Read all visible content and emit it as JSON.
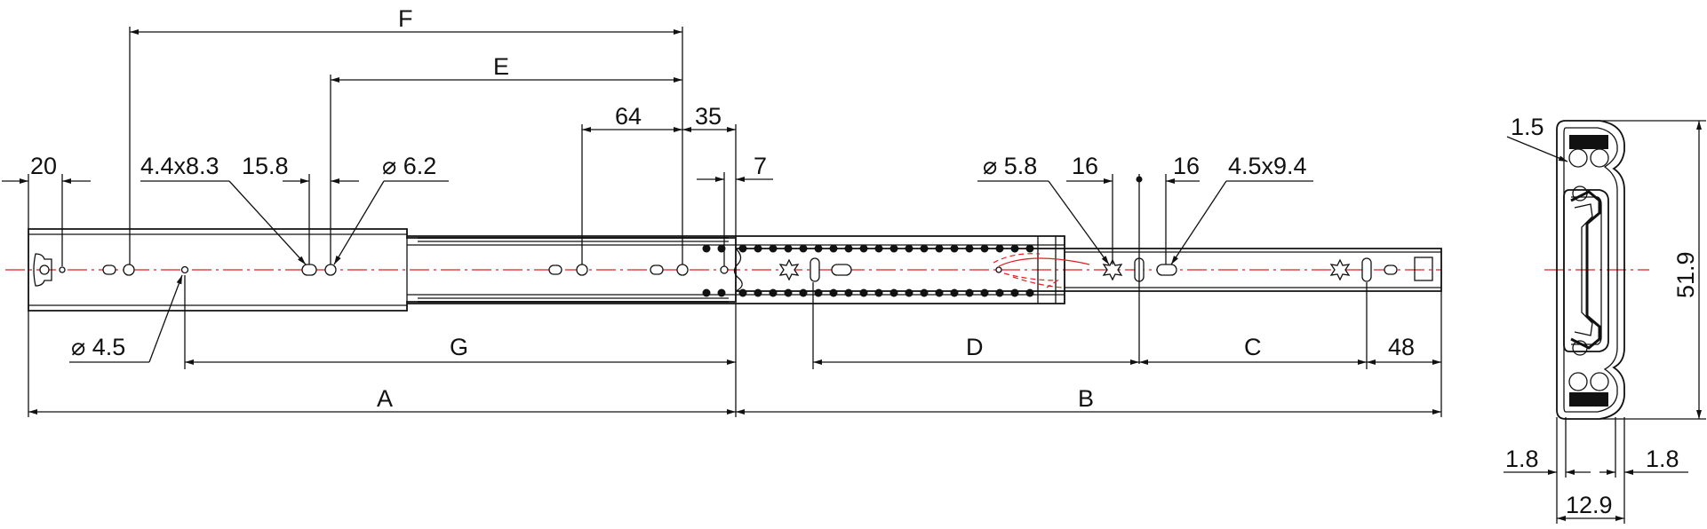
{
  "labels": {
    "F": "F",
    "E": "E",
    "d64": "64",
    "d35": "35",
    "d7": "7",
    "d20": "20",
    "slot1": "4.4x8.3",
    "d15_8": "15.8",
    "dia6_2": "⌀ 6.2",
    "dia5_8": "⌀ 5.8",
    "d16a": "16",
    "d16b": "16",
    "slot2": "4.5x9.4",
    "dia4_5": "⌀ 4.5",
    "G": "G",
    "D": "D",
    "C": "C",
    "d48": "48",
    "A": "A",
    "B": "B",
    "d1_5": "1.5",
    "d51_9": "51.9",
    "d1_8a": "1.8",
    "d1_8b": "1.8",
    "d12_9": "12.9"
  },
  "colors": {
    "line": "#111111",
    "centerline": "#e02020"
  }
}
